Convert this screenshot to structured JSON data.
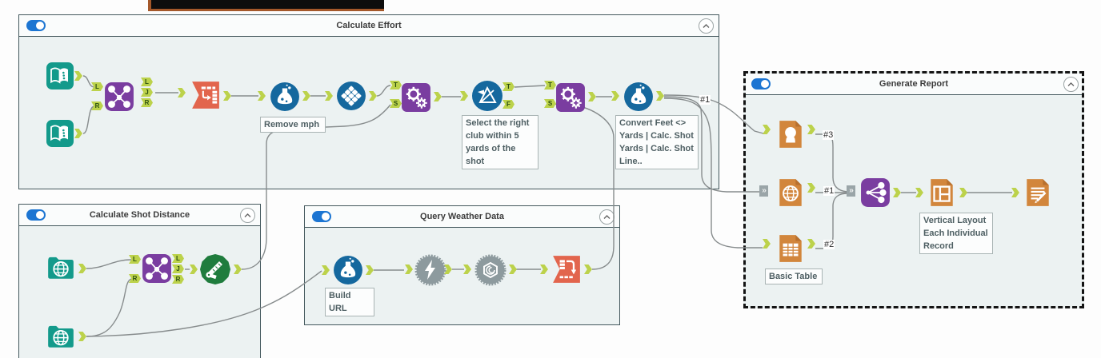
{
  "containers": {
    "effort": {
      "title": "Calculate Effort"
    },
    "shot_distance": {
      "title": "Calculate Shot Distance"
    },
    "weather": {
      "title": "Query Weather Data"
    },
    "report": {
      "title": "Generate Report"
    }
  },
  "annotations": {
    "remove_mph": "Remove mph",
    "select_club": "Select the right club within 5 yards of the shot",
    "convert_feet": "Convert Feet <> Yards | Calc. Shot Yards | Calc. Shot Line..",
    "build_url": "Build URL",
    "basic_table": "Basic Table",
    "vertical_layout": "Vertical Layout Each Individual Record"
  },
  "connection_labels": {
    "effort_formula_out": "#1",
    "report_text_out": "#3",
    "report_map_out": "#1",
    "basic_table_out": "#2"
  },
  "letters": {
    "L": "L",
    "J": "J",
    "R": "R",
    "T": "T",
    "S": "S",
    "F": "F"
  },
  "glyphs": {
    "multi_input": "»"
  },
  "colors": {
    "teal_inout": "#139a8b",
    "purple_join": "#7a3da0",
    "blue_prep": "#15689e",
    "salmon_transform": "#e2654d",
    "orange_report": "#d2863c",
    "green_spatial": "#1f7c3d",
    "gray_macro": "#8d9a9e",
    "anchor_green": "#bcd24b",
    "wire_gray": "#878c8d",
    "toggle_blue": "#1c75d2",
    "container_fill": "#ecf2f2",
    "container_border": "#44585d"
  }
}
